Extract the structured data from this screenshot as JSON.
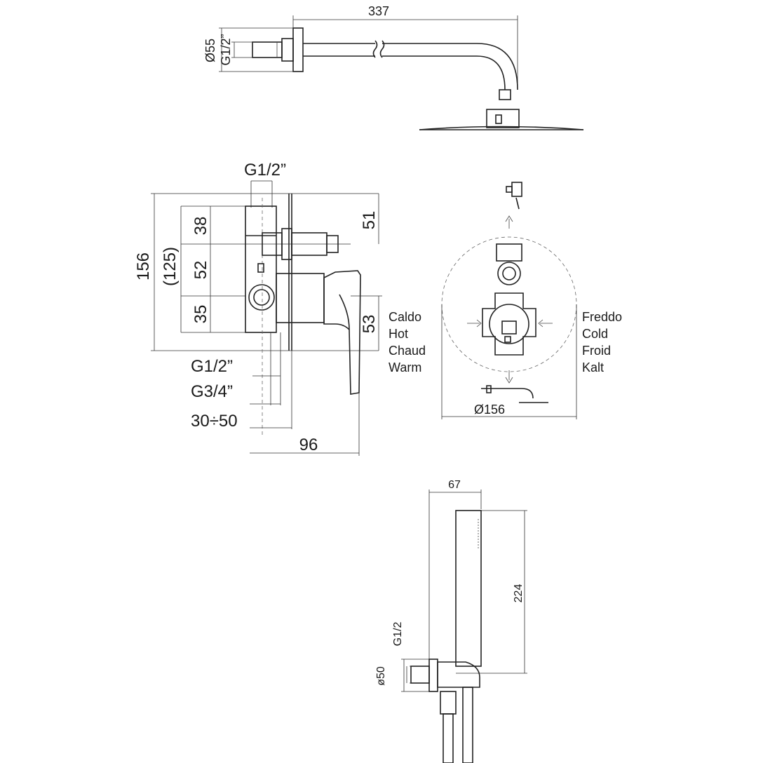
{
  "shower_arm": {
    "length": "337",
    "diameter": "Ø55",
    "thread": "G1/2”"
  },
  "mixer": {
    "top_thread": "G1/2”",
    "total_height": "156",
    "body_height": "(125)",
    "dim_38": "38",
    "dim_52": "52",
    "dim_35": "35",
    "dim_51": "51",
    "dim_53": "53",
    "thread_lower_1": "G1/2”",
    "thread_lower_2": "G3/4”",
    "wall_range": "30÷50",
    "depth": "96",
    "hot_labels": [
      "Caldo",
      "Hot",
      "Chaud",
      "Warm"
    ],
    "cold_labels": [
      "Freddo",
      "Cold",
      "Froid",
      "Kalt"
    ],
    "plate_diameter": "Ø156"
  },
  "hand_shower": {
    "width": "67",
    "height": "224",
    "thread": "G1/2",
    "diameter": "ø50"
  }
}
